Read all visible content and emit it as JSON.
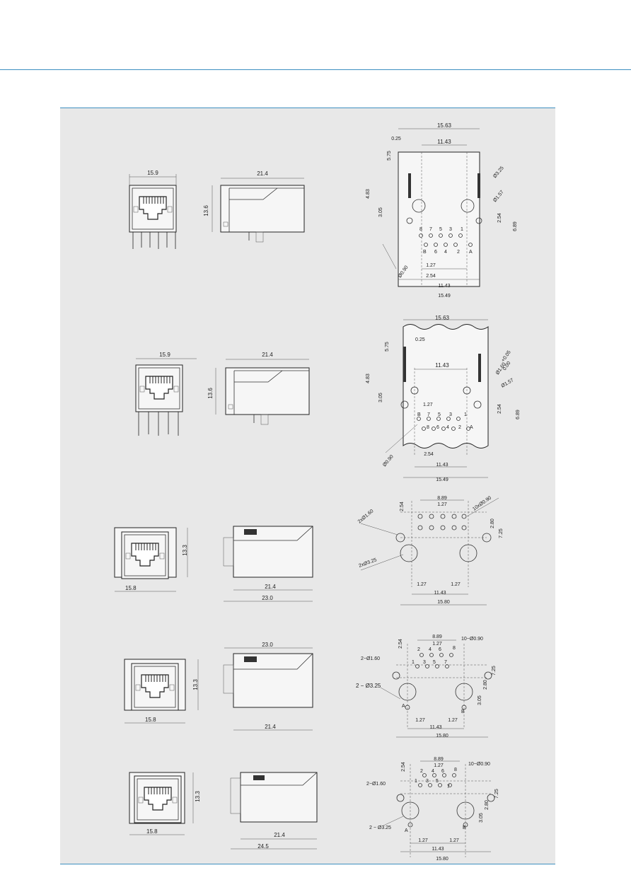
{
  "rows": [
    {
      "front": {
        "width": "15.9"
      },
      "side": {
        "depth": "21.4",
        "height": "13.6"
      },
      "footprint": {
        "dims": [
          "15.63",
          "11.43",
          "0.25",
          "5.75",
          "4.83",
          "3.05",
          "2.54",
          "6.89",
          "1.27",
          "2.54",
          "11.43",
          "15.49"
        ],
        "holes": [
          "Ø3.25",
          "Ø1.57",
          "Ø0.90"
        ],
        "pins_top": [
          "8",
          "7",
          "5",
          "3",
          "1"
        ],
        "pins_bottom": [
          "6",
          "4",
          "2",
          "A"
        ],
        "pin_b": "B"
      }
    },
    {
      "front": {
        "width": "15.9"
      },
      "side": {
        "depth": "21.4",
        "height": "13.6"
      },
      "footprint": {
        "dims": [
          "15.63",
          "0.25",
          "5.75",
          "4.83",
          "11.43",
          "3.05",
          "1.27",
          "2.54",
          "6.89",
          "2.54",
          "11.43",
          "15.49"
        ],
        "holes": [
          "+0.05",
          "Ø1.60",
          "0.00",
          "Ø1.57",
          "Ø0.90"
        ],
        "pins_top": [
          "B",
          "7",
          "5",
          "3",
          "1"
        ],
        "pins_bottom": [
          "8",
          "6",
          "4",
          "2",
          "A"
        ]
      }
    },
    {
      "front": {
        "width": "15.8",
        "height": "13.3"
      },
      "side": {
        "depth": "21.4",
        "total": "23.0"
      },
      "footprint": {
        "dims": [
          "8.89",
          "1.27",
          "2.54",
          "2.80",
          "7.25",
          "1.27",
          "11.43",
          "1.27",
          "15.80"
        ],
        "holes": [
          "2xØ1.60",
          "10xØ0.90",
          "2xØ3.25"
        ]
      }
    },
    {
      "front": {
        "width": "15.8",
        "height": "13.3"
      },
      "side": {
        "depth": "21.4",
        "total": "23.0"
      },
      "footprint": {
        "dims": [
          "8.89",
          "1.27",
          "2.54",
          "2.80",
          "7.25",
          "3.05",
          "1.27",
          "11.43",
          "1.27",
          "15.80"
        ],
        "holes": [
          "2−Ø1.60",
          "10−Ø0.90",
          "2 − Ø3.25"
        ],
        "pins": [
          "2",
          "4",
          "6",
          "8",
          "1",
          "3",
          "5",
          "7",
          "A",
          "B"
        ]
      }
    },
    {
      "front": {
        "width": "15.8",
        "height": "13.3"
      },
      "side": {
        "depth": "21.4",
        "total": "24.5"
      },
      "footprint": {
        "dims": [
          "8.89",
          "1.27",
          "2.54",
          "2.80",
          "7.25",
          "3.05",
          "1.27",
          "11.43",
          "1.27",
          "15.80"
        ],
        "holes": [
          "2−Ø1.60",
          "10−Ø0.90",
          "2 − Ø3.25"
        ],
        "pins": [
          "2",
          "4",
          "6",
          "8",
          "1",
          "3",
          "5",
          "7",
          "A",
          "B"
        ]
      }
    }
  ]
}
